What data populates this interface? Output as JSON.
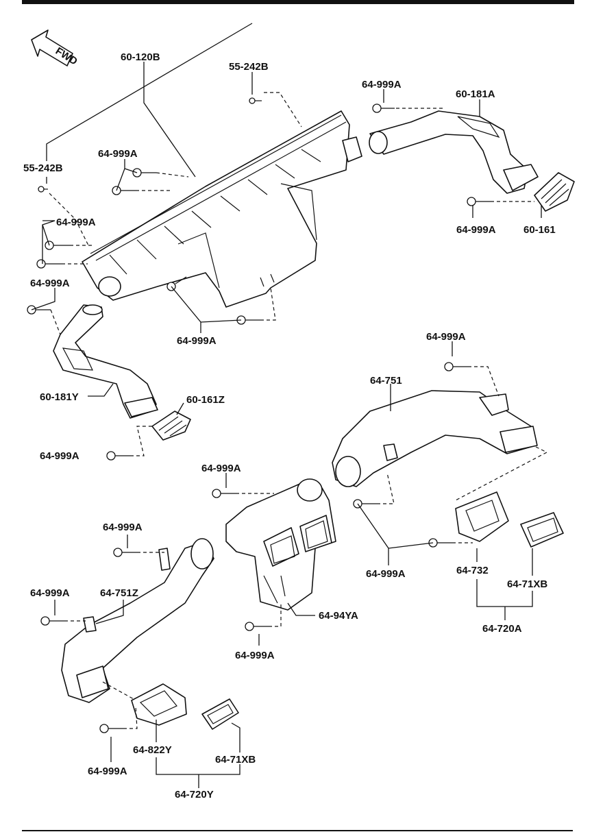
{
  "diagram": {
    "fwd_label": "FWD",
    "labels": {
      "p60_120B": "60-120B",
      "p55_242B_top": "55-242B",
      "p64_999A_topright": "64-999A",
      "p60_181A": "60-181A",
      "p55_242B_left": "55-242B",
      "p64_999A_upper": "64-999A",
      "p64_999A_left1": "64-999A",
      "p64_999A_left2": "64-999A",
      "p64_999A_right_mid": "64-999A",
      "p60_161": "60-161",
      "p64_999A_center": "64-999A",
      "p60_181Y": "60-181Y",
      "p60_161Z": "60-161Z",
      "p64_999A_left3": "64-999A",
      "p64_999A_right2": "64-999A",
      "p64_751": "64-751",
      "p64_999A_mid": "64-999A",
      "p64_999A_mid_left": "64-999A",
      "p64_999A_right3": "64-999A",
      "p64_732": "64-732",
      "p64_71XB_right": "64-71XB",
      "p64_720A": "64-720A",
      "p64_751Z": "64-751Z",
      "p64_999A_left4": "64-999A",
      "p64_94YA": "64-94YA",
      "p64_999A_center_low": "64-999A",
      "p64_822Y": "64-822Y",
      "p64_71XB_low": "64-71XB",
      "p64_999A_bottom": "64-999A",
      "p64_720Y": "64-720Y"
    }
  }
}
